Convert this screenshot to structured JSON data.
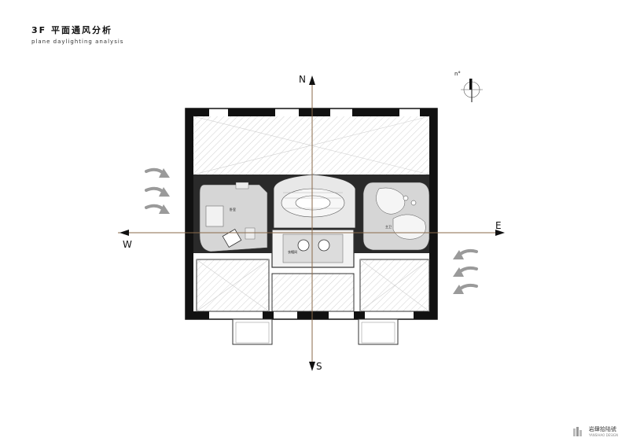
{
  "header": {
    "title": "3F  平面通风分析",
    "subtitle": "plane daylighting analysis"
  },
  "compass": {
    "north": "N",
    "south": "S",
    "east": "E",
    "west": "W",
    "indicator_label": "n°"
  },
  "rooms": {
    "left_room": "卧室",
    "center_room": "衣帽间",
    "right_room": "主卫"
  },
  "brand": {
    "name": "岩肆拾陆號",
    "tagline": "YANSIHAO DESIGN"
  },
  "colors": {
    "wall": "#111111",
    "axis": "#8a6a4a",
    "arrow": "#9a9a9a",
    "room_fill": "#d4d4d4",
    "hatch": "#cfcfcf"
  },
  "wind": {
    "west_arrows": 3,
    "east_arrows": 3
  }
}
